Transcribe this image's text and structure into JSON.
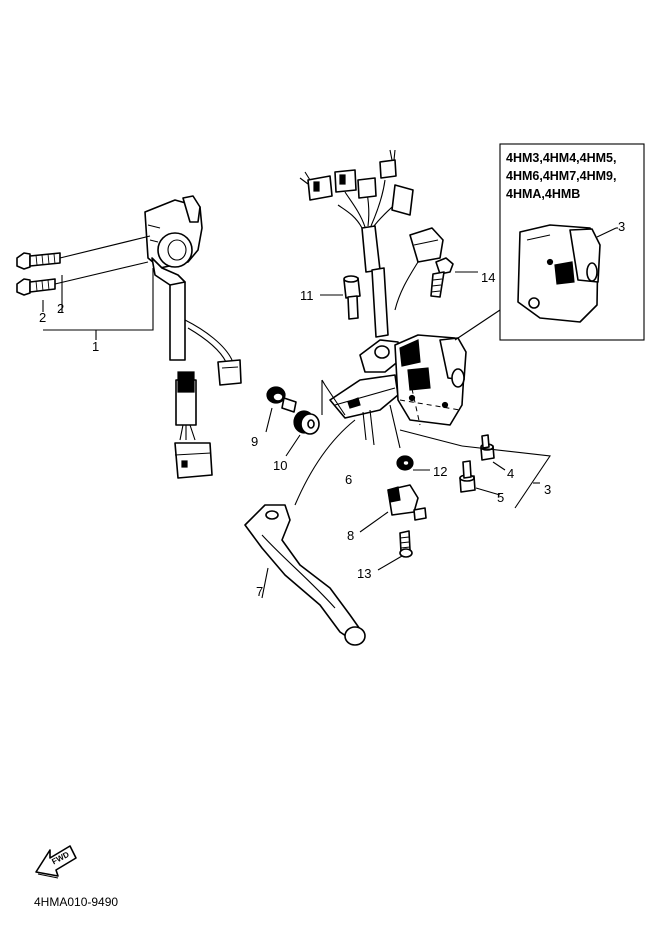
{
  "callouts": [
    {
      "id": "1",
      "label": "1"
    },
    {
      "id": "2a",
      "label": "2"
    },
    {
      "id": "2b",
      "label": "2"
    },
    {
      "id": "3a",
      "label": "3"
    },
    {
      "id": "3b",
      "label": "3"
    },
    {
      "id": "4",
      "label": "4"
    },
    {
      "id": "5",
      "label": "5"
    },
    {
      "id": "6",
      "label": "6"
    },
    {
      "id": "7",
      "label": "7"
    },
    {
      "id": "8",
      "label": "8"
    },
    {
      "id": "9",
      "label": "9"
    },
    {
      "id": "10",
      "label": "10"
    },
    {
      "id": "11",
      "label": "11"
    },
    {
      "id": "12",
      "label": "12"
    },
    {
      "id": "13",
      "label": "13"
    },
    {
      "id": "14",
      "label": "14"
    }
  ],
  "variant_box": {
    "lines": [
      "4HM3,4HM4,4HM5,",
      "4HM6,4HM7,4HM9,",
      "4HMA,4HMB"
    ]
  },
  "fwd_label": "FWD",
  "ref_code": "4HMA010-9490"
}
